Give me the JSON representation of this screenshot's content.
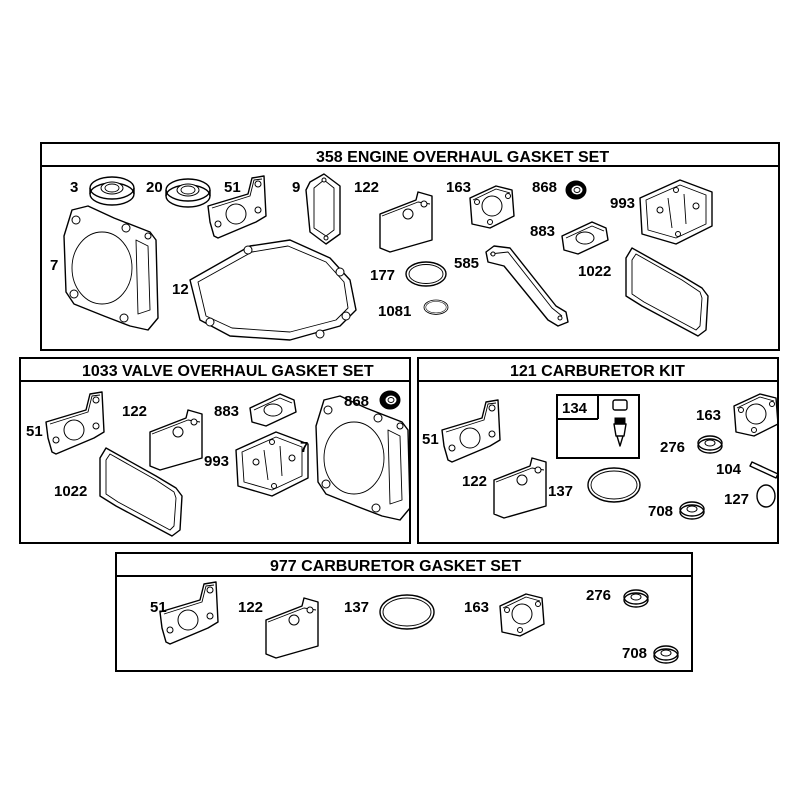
{
  "sections": {
    "engine": {
      "title": "358 ENGINE OVERHAUL GASKET SET",
      "labels": [
        "3",
        "20",
        "51",
        "9",
        "122",
        "163",
        "868",
        "993",
        "7",
        "12",
        "177",
        "1081",
        "585",
        "883",
        "1022"
      ]
    },
    "valve": {
      "title": "1033 VALVE OVERHAUL GASKET SET",
      "labels": [
        "51",
        "122",
        "883",
        "868",
        "1022",
        "993",
        "7"
      ]
    },
    "carb_kit": {
      "title": "121 CARBURETOR KIT",
      "labels": [
        "134",
        "51",
        "163",
        "276",
        "104",
        "122",
        "137",
        "708",
        "127"
      ]
    },
    "carb_gasket": {
      "title": "977 CARBURETOR  GASKET SET",
      "labels": [
        "51",
        "122",
        "137",
        "163",
        "276",
        "708"
      ]
    }
  }
}
